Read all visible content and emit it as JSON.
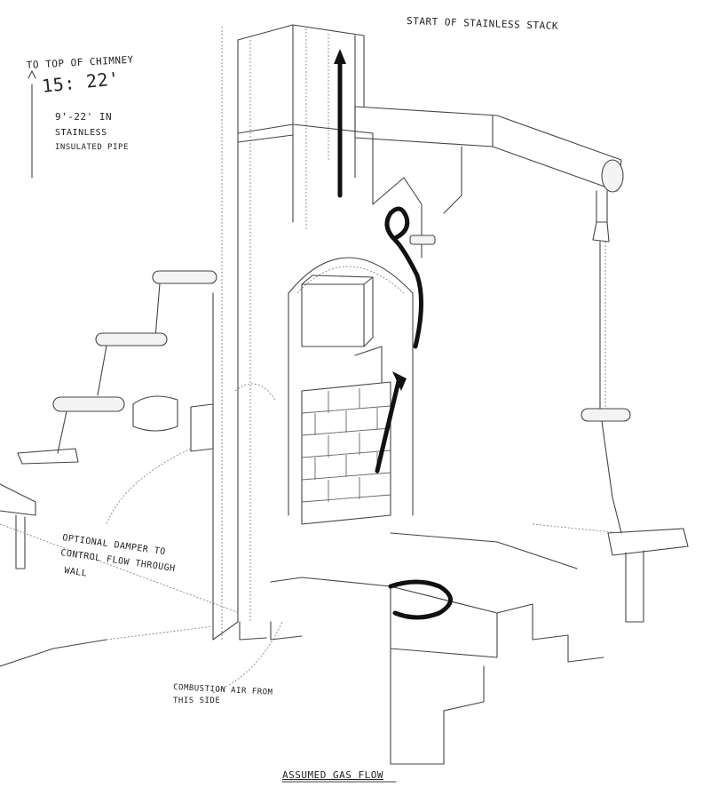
{
  "labels": {
    "top_note": "START OF STAINLESS STACK",
    "chimney_line1": "TO TOP OF CHIMNEY",
    "chimney_height": "15: 22'",
    "pipe_line1": "9'-22' IN",
    "pipe_line2": "STAINLESS",
    "pipe_line3": "INSULATED PIPE",
    "damper_line1": "OPTIONAL DAMPER TO",
    "damper_line2": "CONTROL FLOW THROUGH",
    "damper_line3": "WALL",
    "air_line1": "COMBUSTION AIR FROM",
    "air_line2": "THIS SIDE",
    "caption": "ASSUMED GAS FLOW"
  },
  "colors": {
    "ink": "#222222",
    "flow": "#111111",
    "paper": "#ffffff"
  }
}
